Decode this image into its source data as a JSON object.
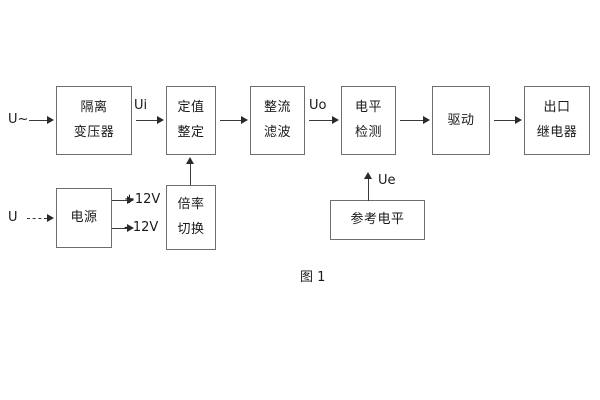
{
  "figure": {
    "caption": "图 1",
    "colors": {
      "box_border": "#6e6e6e",
      "line": "#3a3a3a",
      "text": "#1a1a1a",
      "background": "#ffffff"
    }
  },
  "blocks": {
    "isolation_transformer": {
      "line1": "隔离",
      "line2": "变压器"
    },
    "setting_value": {
      "line1": "定值",
      "line2": "整定"
    },
    "rectify_filter": {
      "line1": "整流",
      "line2": "滤波"
    },
    "level_detection": {
      "line1": "电平",
      "line2": "检测"
    },
    "drive": {
      "line1": "驱动"
    },
    "output_relay": {
      "line1": "出口",
      "line2": "继电器"
    },
    "power_supply": {
      "line1": "电源"
    },
    "multiplier_switch": {
      "line1": "倍率",
      "line2": "切换"
    },
    "reference_level": {
      "line1": "参考电平"
    }
  },
  "signals": {
    "input_ac": "U~",
    "input_dc": "U",
    "ui": "Ui",
    "uo": "Uo",
    "ue": "Ue",
    "pos_12v": "+12V",
    "neg_12v": "- 12V"
  }
}
